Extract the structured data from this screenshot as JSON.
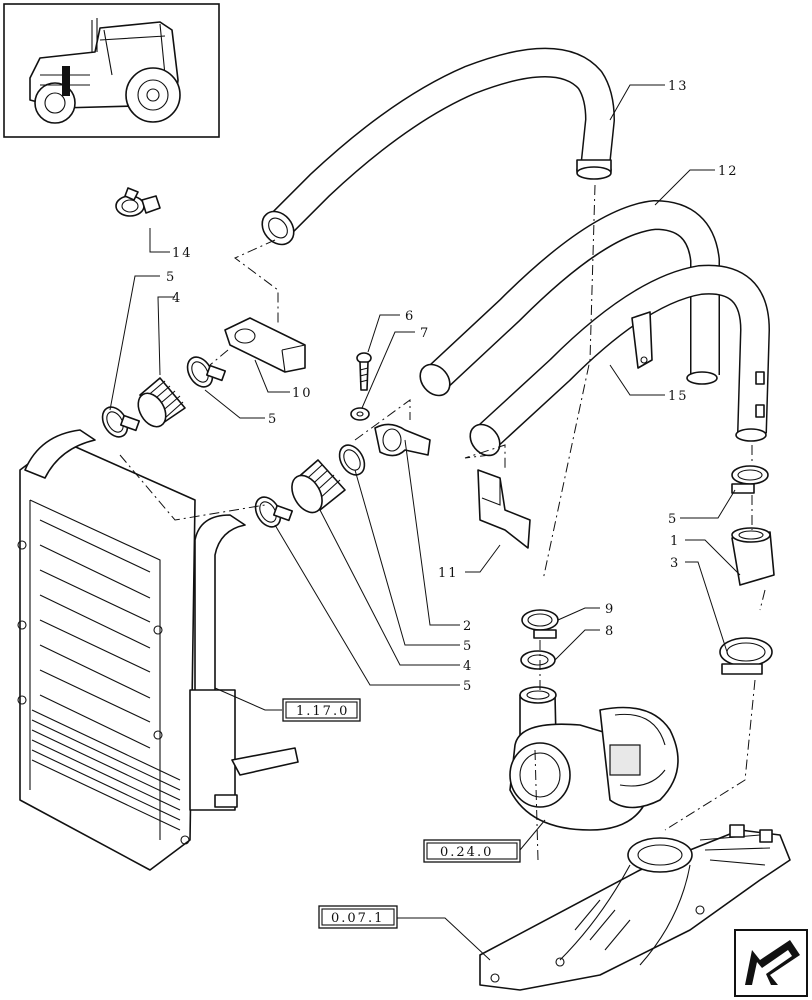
{
  "callouts": {
    "c13": "13",
    "c12": "12",
    "c14": "14",
    "c5a": "5",
    "c4a": "4",
    "c10": "10",
    "c5b": "5",
    "c6": "6",
    "c7": "7",
    "c15": "15",
    "c11": "11",
    "c5c": "5",
    "c1": "1",
    "c3": "3",
    "c9": "9",
    "c8": "8",
    "c2": "2",
    "c5d": "5",
    "c4b": "4",
    "c5e": "5"
  },
  "refs": {
    "radiator": "1.17.0",
    "turbo": "0.24.0",
    "manifold": "0.07.1"
  },
  "icons": {
    "thumbnail": "tractor-icon",
    "nav": "arrow-down-left-icon"
  }
}
